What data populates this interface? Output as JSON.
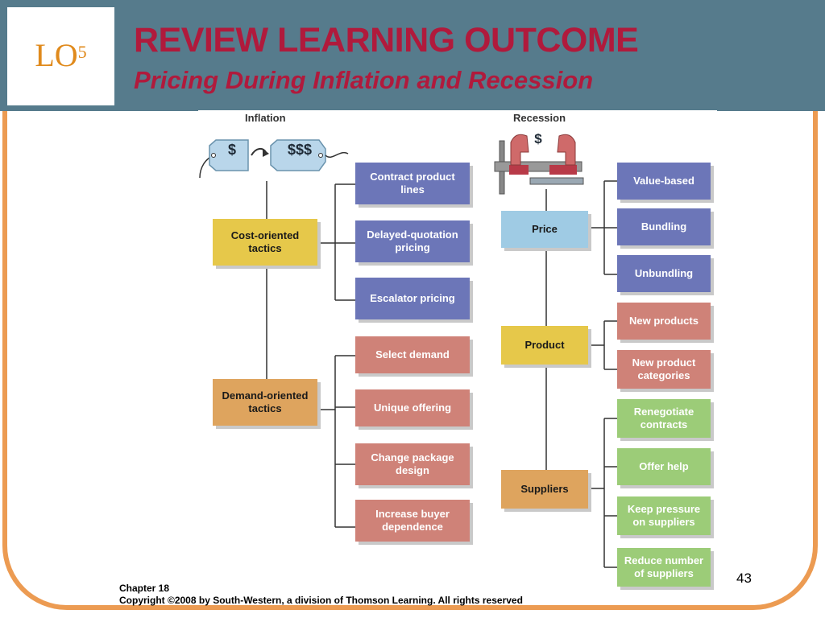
{
  "header": {
    "badge_text": "LO",
    "badge_superscript": "5",
    "title": "REVIEW LEARNING OUTCOME",
    "subtitle": "Pricing During Inflation and Recession"
  },
  "diagram": {
    "inflation": {
      "label": "Inflation",
      "tag_small": "$",
      "tag_large": "$$$",
      "tactics": [
        {
          "label": "Cost-oriented tactics",
          "items": [
            "Contract product lines",
            "Delayed-quotation pricing",
            "Escalator pricing"
          ]
        },
        {
          "label": "Demand-oriented tactics",
          "items": [
            "Select demand",
            "Unique offering",
            "Change package design",
            "Increase buyer dependence"
          ]
        }
      ]
    },
    "recession": {
      "label": "Recession",
      "vise_symbol": "$",
      "groups": [
        {
          "label": "Price",
          "items": [
            "Value-based",
            "Bundling",
            "Unbundling"
          ]
        },
        {
          "label": "Product",
          "items": [
            "New products",
            "New product categories"
          ]
        },
        {
          "label": "Suppliers",
          "items": [
            "Renegotiate contracts",
            "Offer help",
            "Keep pressure on suppliers",
            "Reduce number of suppliers"
          ]
        }
      ]
    }
  },
  "footer": {
    "chapter": "Chapter 18",
    "copyright": "Copyright ©2008 by South-Western, a division of Thomson Learning.  All rights reserved",
    "page_number": "43"
  },
  "colors": {
    "header_bg": "#567b8c",
    "title": "#b01a3c",
    "badge_text": "#e08a1c",
    "frame": "#ec9b52",
    "purple_box": "#6c76b8",
    "salmon_box": "#cf8278",
    "green_box": "#9ccc78",
    "yellow_box": "#e6c84a",
    "orange_box": "#dea45e",
    "blue_box": "#9fcbe4"
  }
}
